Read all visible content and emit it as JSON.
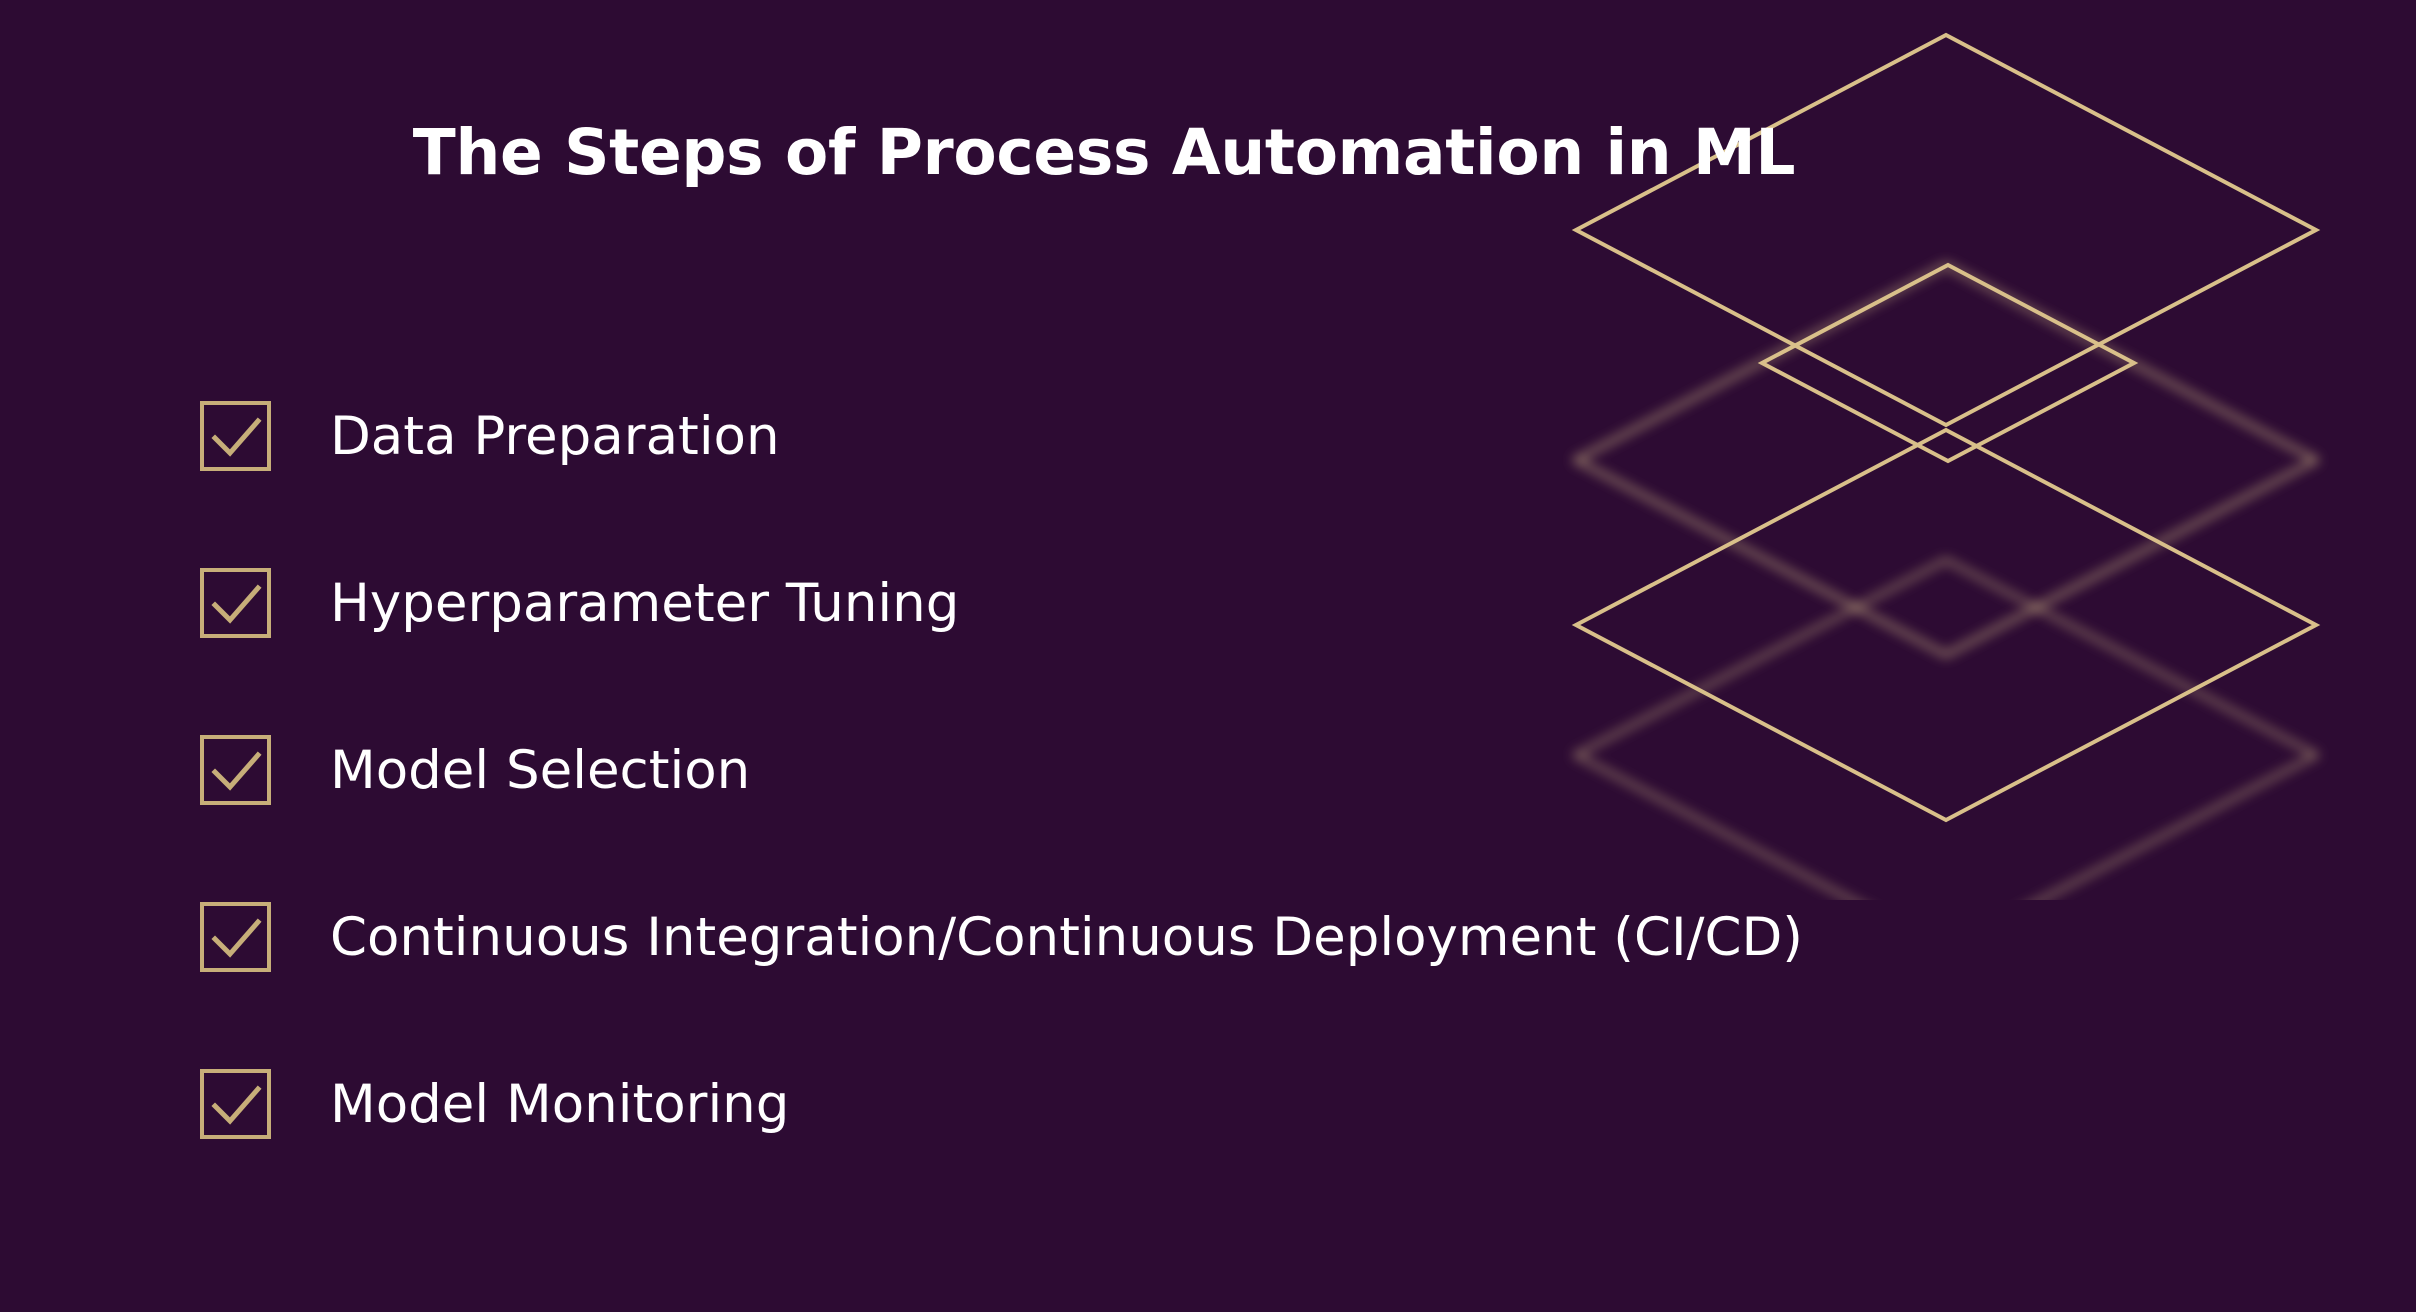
{
  "slide": {
    "background_color": "#2d0b33",
    "accent_color": "#c7ae79",
    "text_color": "#ffffff",
    "title": "The Steps of Process Automation in ML"
  },
  "checklist": {
    "items": [
      {
        "label": "Data Preparation",
        "checked": true
      },
      {
        "label": "Hyperparameter Tuning",
        "checked": true
      },
      {
        "label": "Model Selection",
        "checked": true
      },
      {
        "label": "Continuous Integration/Continuous Deployment (CI/CD)",
        "checked": true
      },
      {
        "label": "Model Monitoring",
        "checked": true
      }
    ]
  },
  "decoration": {
    "name": "stacked-isometric-diamond-layers",
    "layer_count": 4,
    "stroke_color": "#d9c08a"
  }
}
